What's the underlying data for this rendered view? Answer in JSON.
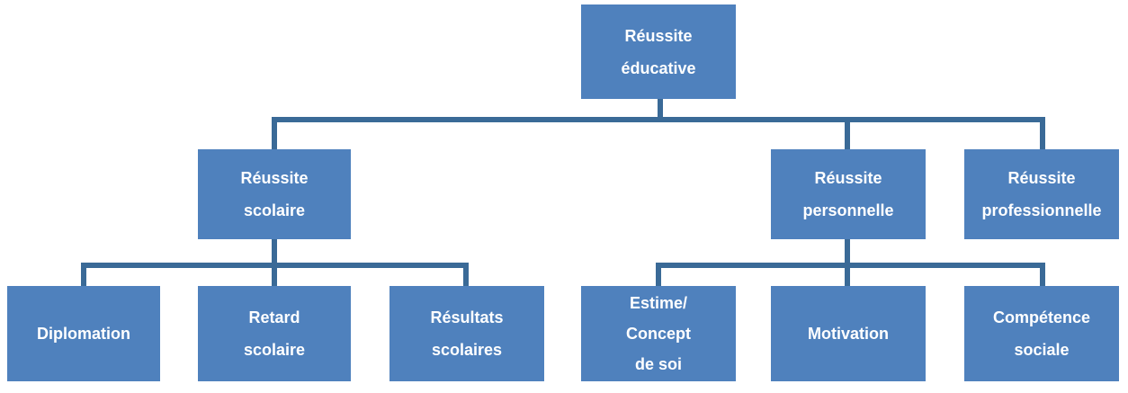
{
  "diagram": {
    "root": {
      "label": "Réussite\néducative"
    },
    "level1": {
      "scolaire": {
        "label": "Réussite\nscolaire"
      },
      "personnelle": {
        "label": "Réussite\npersonnelle"
      },
      "professionnelle": {
        "label": "Réussite\nprofessionnelle"
      }
    },
    "level2": {
      "diplomation": {
        "label": "Diplomation"
      },
      "retard": {
        "label": "Retard\nscolaire"
      },
      "resultats": {
        "label": "Résultats\nscolaires"
      },
      "estime": {
        "label": "Estime/\nConcept\nde soi"
      },
      "motivation": {
        "label": "Motivation"
      },
      "competence": {
        "label": "Compétence\nsociale"
      }
    },
    "colors": {
      "node_fill": "#4f81bd",
      "connector": "#3a6a97",
      "text": "#ffffff"
    }
  }
}
